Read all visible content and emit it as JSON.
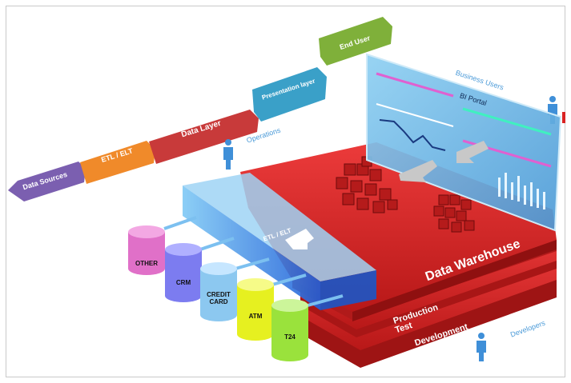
{
  "pipeline": {
    "steps": [
      {
        "label": "Data Sources",
        "color": "#7b5fb0"
      },
      {
        "label": "ETL / ELT",
        "color": "#f08a2a"
      },
      {
        "label": "Data Layer",
        "color": "#c83a3a"
      },
      {
        "label": "Presentation layer",
        "color": "#3aa0c8"
      },
      {
        "label": "End User",
        "color": "#7fb03a"
      }
    ]
  },
  "actors": {
    "operations": "Operations",
    "business_users": "Business Users",
    "developers": "Developers"
  },
  "dashboard": {
    "title": "BI Portal"
  },
  "etl_label": "ETL / ELT",
  "warehouse": {
    "title": "Data Warehouse",
    "tiers": [
      "Production",
      "Test",
      "Development"
    ],
    "color": "#d92323"
  },
  "sources": [
    {
      "label": "OTHER",
      "color": "#e070c8"
    },
    {
      "label": "CRM",
      "color": "#7c7cf0"
    },
    {
      "label": "CREDIT CARD",
      "color": "#8cc8f0"
    },
    {
      "label": "ATM",
      "color": "#e6f020"
    },
    {
      "label": "T24",
      "color": "#9ae23c"
    }
  ]
}
